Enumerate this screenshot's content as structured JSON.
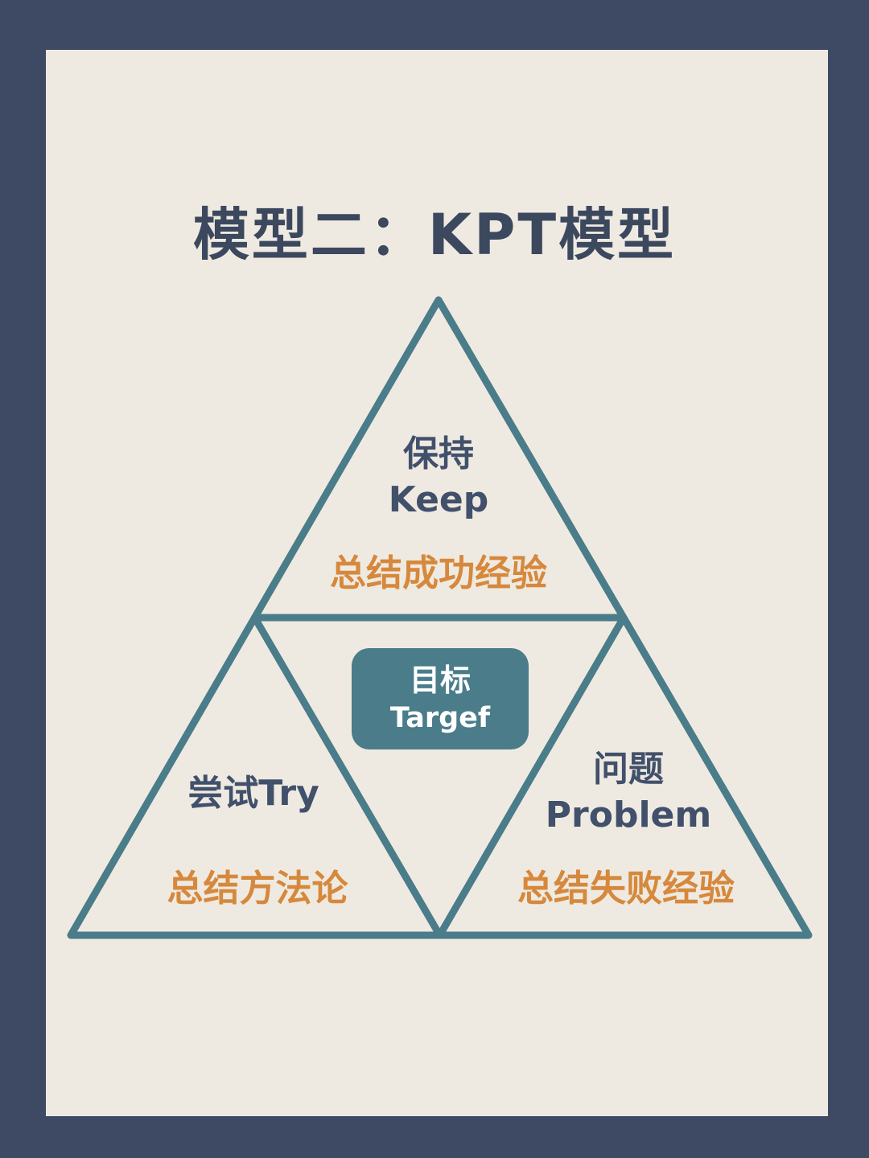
{
  "title": "模型二：KPT模型",
  "colors": {
    "outer_background": "#3e4964",
    "card_background": "#efeae1",
    "triangle_line": "#4a7c8a",
    "dark_text": "#41506b",
    "accent_text": "#d6883c",
    "target_box_fill": "#4a7c8a",
    "target_box_text": "#ffffff"
  },
  "diagram": {
    "type": "kpt-triangle",
    "sections": {
      "keep": {
        "label_zh": "保持",
        "label_en": "Keep",
        "note": "总结成功经验"
      },
      "target": {
        "label_zh": "目标",
        "label_en": "Targef"
      },
      "try": {
        "label": "尝试Try",
        "note": "总结方法论"
      },
      "problem": {
        "label_zh": "问题",
        "label_en": "Problem",
        "note": "总结失败经验"
      }
    }
  }
}
